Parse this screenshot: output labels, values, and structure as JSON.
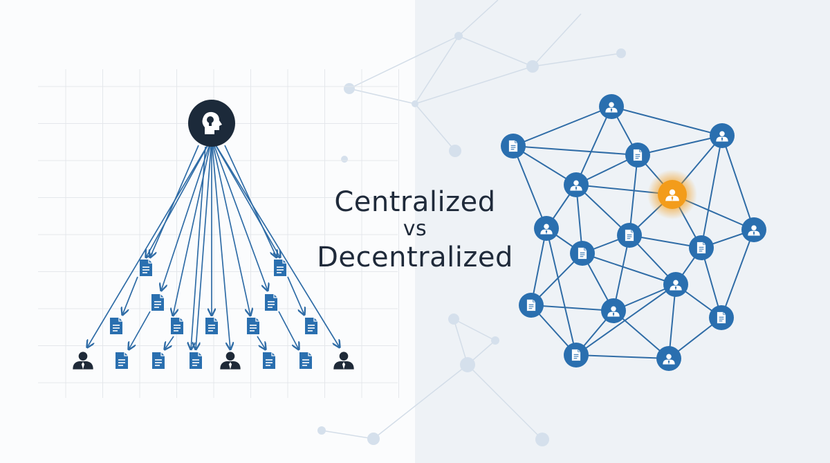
{
  "title": {
    "line1": "Centralized",
    "line2": "vs",
    "line3": "Decentralized"
  },
  "colors": {
    "node_blue": "#2a6faf",
    "hub_dark": "#1c2a3a",
    "highlight_orange": "#f39c1a",
    "person_dark": "#1f2a38",
    "edge_blue": "#2f6ca6",
    "right_panel_bg": "#eef2f6"
  }
}
